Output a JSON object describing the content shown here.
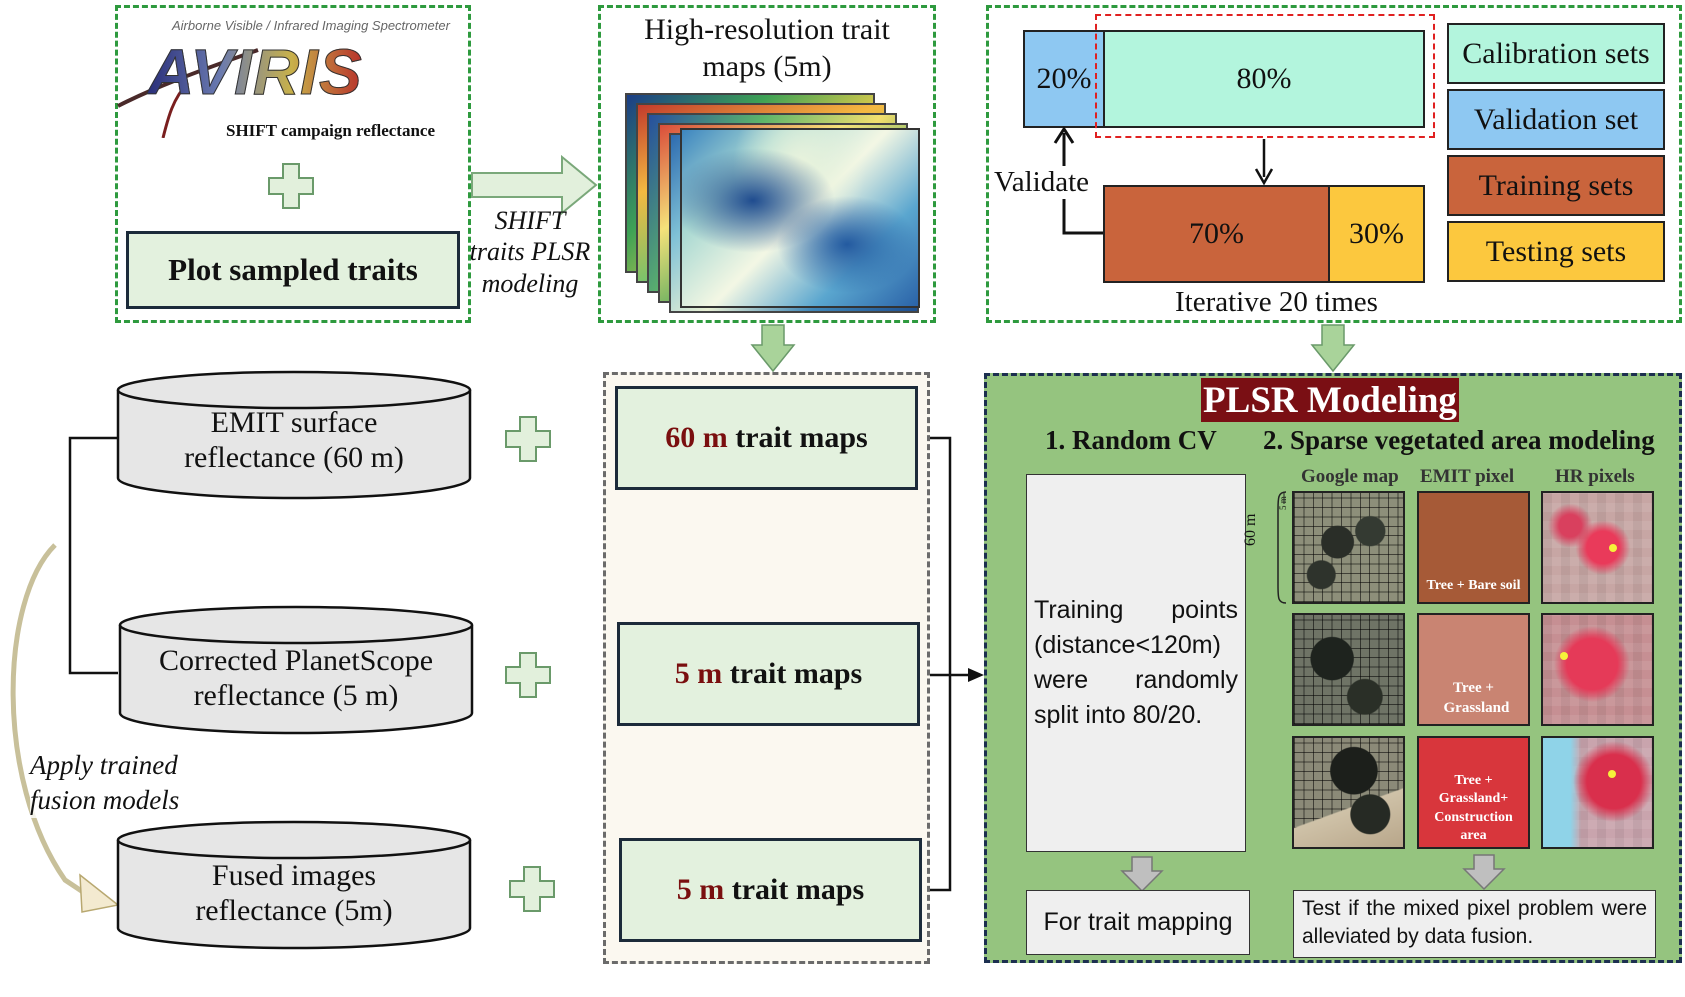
{
  "aviris": {
    "tagline": "Airborne Visible / Infrared Imaging Spectrometer",
    "logo_text": "AVIRIS",
    "caption": "SHIFT campaign reflectance",
    "plot_box": "Plot sampled traits"
  },
  "arrow_label": {
    "line1": "SHIFT",
    "line2": "traits PLSR",
    "line3": "modeling"
  },
  "hr_maps": {
    "title_line1": "High-resolution trait",
    "title_line2": "maps (5m)"
  },
  "split": {
    "pct_20": "20%",
    "pct_80": "80%",
    "pct_70": "70%",
    "pct_30": "30%",
    "validate": "Validate",
    "iterative": "Iterative 20 times"
  },
  "legend": [
    {
      "label": "Calibration sets",
      "color": "#b3f5dd"
    },
    {
      "label": "Validation set",
      "color": "#8ec8f2"
    },
    {
      "label": "Training sets",
      "color": "#c9643c"
    },
    {
      "label": "Testing sets",
      "color": "#fcc83e"
    }
  ],
  "cylinders": {
    "emit": {
      "line1": "EMIT surface",
      "line2": "reflectance (60 m)"
    },
    "planet": {
      "line1": "Corrected PlanetScope",
      "line2": "reflectance (5 m)"
    },
    "fused": {
      "line1": "Fused images",
      "line2": "reflectance (5m)"
    }
  },
  "apply_label": {
    "line1": "Apply trained",
    "line2": "fusion models"
  },
  "trait_maps": [
    {
      "res": "60 m",
      "rest": " trait maps"
    },
    {
      "res": "5 m",
      "rest": " trait maps"
    },
    {
      "res": "5 m",
      "rest": " trait maps"
    }
  ],
  "plsr": {
    "title": "PLSR Modeling",
    "cv_heading": "1. Random CV",
    "sparse_heading": "2. Sparse vegetated area modeling",
    "cv_text": "Training points (distance<120m) were randomly split into 80/20.",
    "trait_mapping": "For trait mapping",
    "col_google": "Google map",
    "col_emit": "EMIT pixel",
    "col_hr": "HR pixels",
    "scale_60": "60 m",
    "scale_5": "5 m",
    "emit_labels": [
      "Tree + Bare soil",
      "Tree + Grassland",
      "Tree + Grassland+ Construction area"
    ],
    "emit_colors": [
      "#a65a37",
      "#c98472",
      "#d8363c"
    ],
    "test_text": "Test if the mixed pixel problem were alleviated by data fusion."
  }
}
